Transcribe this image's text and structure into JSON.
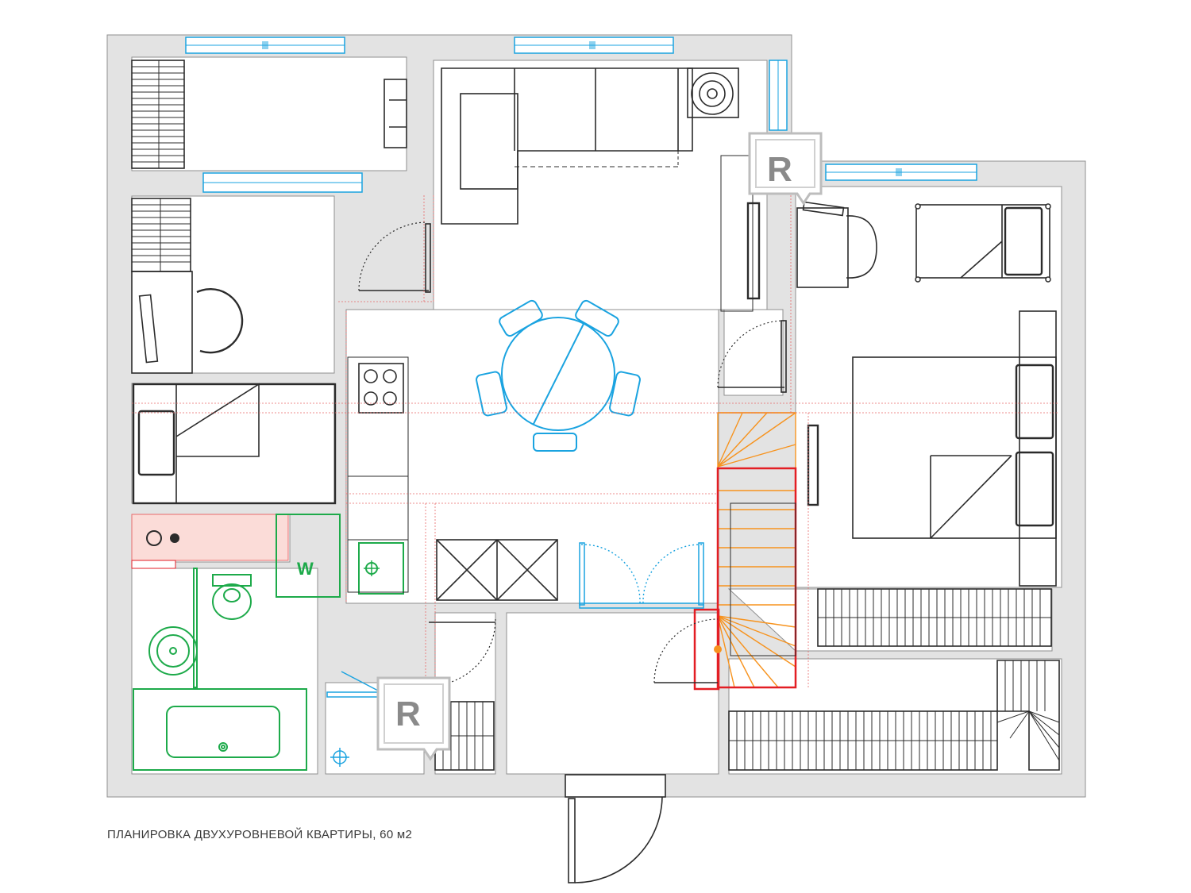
{
  "caption": "ПЛАНИРОВКА ДВУХУРОВНЕВОЙ КВАРТИРЫ, 60 м2",
  "badges": [
    "R",
    "R"
  ],
  "washer_label": "W",
  "colors": {
    "wall": "#e3e3e3",
    "wall_outline": "#8f8f8f",
    "furniture": "#2b2b2b",
    "dining": "#1aa3e0",
    "plumbing": "#1daa4a",
    "stairs": "#f7931e",
    "stair_highlight": "#e31e24",
    "utility_fill": "#fbdcd8"
  }
}
